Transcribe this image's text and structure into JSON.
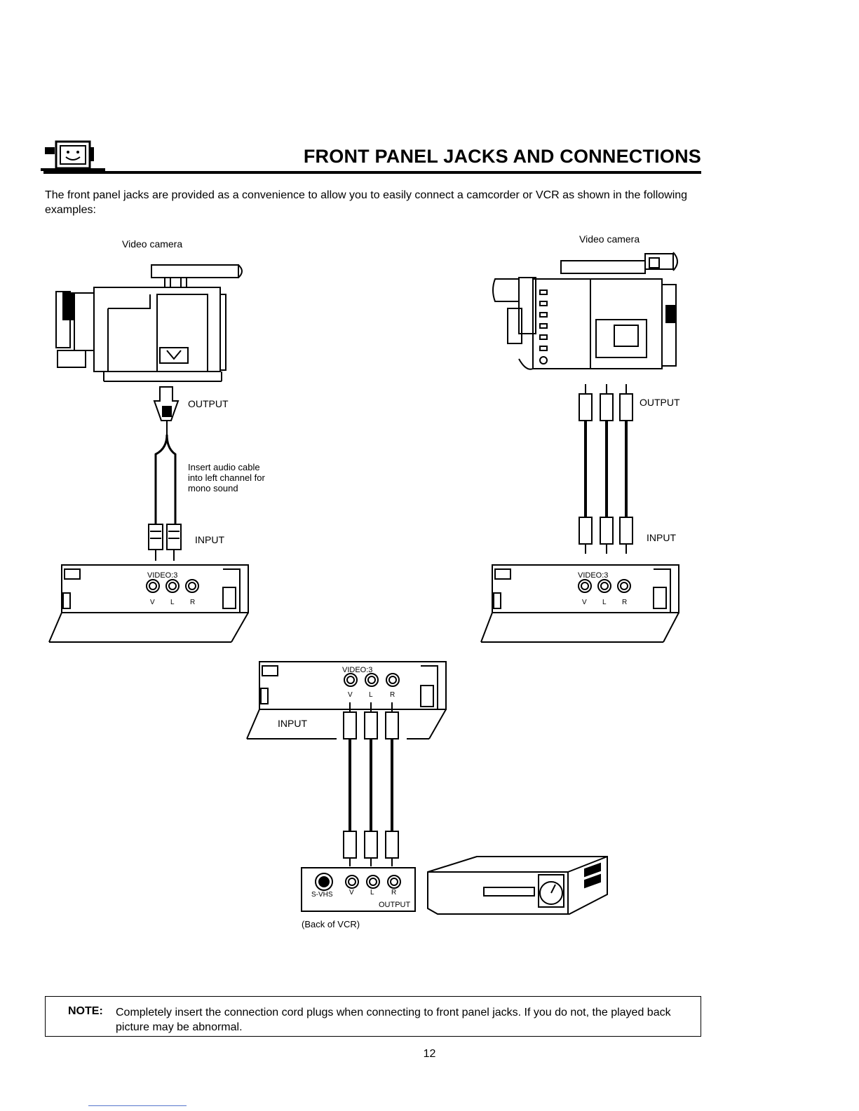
{
  "page": {
    "title": "FRONT PANEL JACKS AND CONNECTIONS",
    "intro": "The front panel jacks are provided as a convenience to allow you to easily connect a camcorder or VCR as shown in the following examples:",
    "page_number": "12"
  },
  "diagram_left": {
    "camera_label": "Video camera",
    "output_label": "OUTPUT",
    "mono_note": "Insert audio cable into left channel for mono sound",
    "input_label": "INPUT",
    "panel_label": "VIDEO:3",
    "jacks": [
      "V",
      "L",
      "R"
    ]
  },
  "diagram_right": {
    "camera_label": "Video camera",
    "output_label": "OUTPUT",
    "input_label": "INPUT",
    "panel_label": "VIDEO:3",
    "jacks": [
      "V",
      "L",
      "R"
    ]
  },
  "diagram_bottom": {
    "input_label": "INPUT",
    "panel_label": "VIDEO:3",
    "jacks": [
      "V",
      "L",
      "R"
    ],
    "vcr_back": {
      "svhs_label": "S-VHS",
      "jacks": [
        "V",
        "L",
        "R"
      ],
      "output_label": "OUTPUT",
      "caption": "(Back of VCR)"
    }
  },
  "note": {
    "label": "NOTE:",
    "text": "Completely insert the connection cord plugs when connecting to front panel jacks. If you do not, the played back picture may be abnormal."
  }
}
